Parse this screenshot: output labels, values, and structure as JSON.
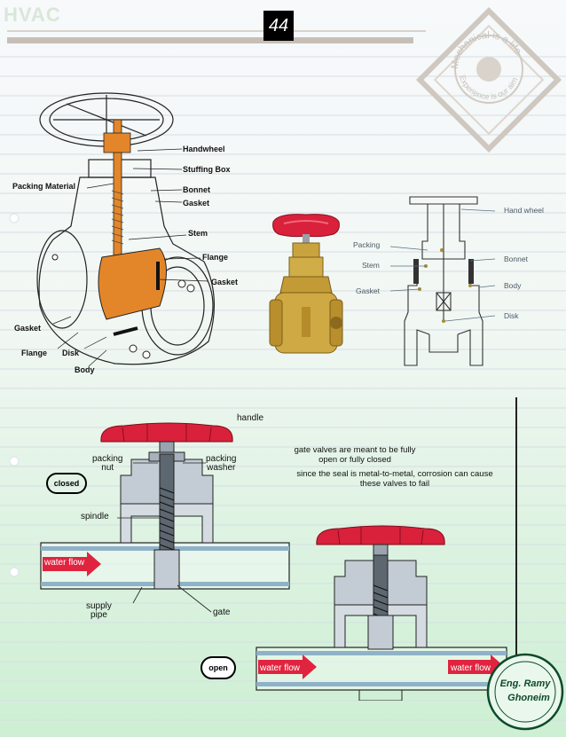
{
  "header": {
    "logo_text": "HVAC",
    "page_number": "44"
  },
  "watermark": {
    "line1": "Mechanical is a life",
    "line2": "Experience is our aim"
  },
  "diagram1": {
    "labels": {
      "handwheel": "Handwheel",
      "stuffing_box": "Stuffing Box",
      "packing_material": "Packing Material",
      "bonnet": "Bonnet",
      "gasket_top": "Gasket",
      "stem": "Stem",
      "flange_right": "Flange",
      "gasket_right": "Gasket",
      "gasket_left": "Gasket",
      "flange_left": "Flange",
      "disk": "Disk",
      "body": "Body"
    }
  },
  "diagram2": {
    "labels": {
      "hand_wheel": "Hand wheel",
      "packing": "Packing",
      "stem": "Stem",
      "gasket": "Gasket",
      "bonnet": "Bonnet",
      "body": "Body",
      "disk": "Disk"
    }
  },
  "diagram3": {
    "labels": {
      "handle": "handle",
      "packing_nut": "packing\nnut",
      "packing_washer": "packing\nwasher",
      "closed": "closed",
      "spindle": "spindle",
      "water_flow": "water flow",
      "supply_pipe": "supply\npipe",
      "gate": "gate",
      "open": "open",
      "water_flow_2": "water flow",
      "water_flow_3": "water flow"
    },
    "note1": "gate valves are meant to be fully open or fully closed",
    "note2": "since the seal is metal-to-metal, corrosion can cause these valves to fail"
  },
  "signature": {
    "line1": "Eng. Ramy",
    "line2": "Ghoneim"
  },
  "colors": {
    "valve_red": "#d9213b",
    "brass": "#c9a33e",
    "cutaway_orange": "#e3862a",
    "arrow_red": "#e0243f",
    "pipe_blue": "#8fb2c8",
    "bar": "#c7bfb7"
  }
}
